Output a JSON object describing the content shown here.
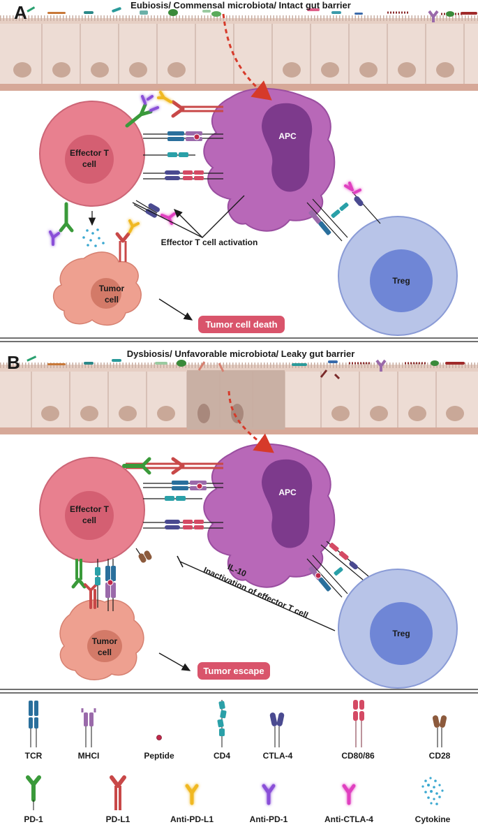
{
  "panel_a": {
    "letter": "A",
    "title": "Eubiosis/ Commensal microbiota/ Intact gut barrier",
    "apc_label": "APC",
    "effector_label_1": "Effector T",
    "effector_label_2": "cell",
    "treg_label": "Treg",
    "tumor_label_1": "Tumor",
    "tumor_label_2": "cell",
    "activation_label": "Effector T cell activation",
    "outcome_label": "Tumor cell death"
  },
  "panel_b": {
    "letter": "B",
    "title": "Dysbiosis/ Unfavorable microbiota/ Leaky gut barrier",
    "apc_label": "APC",
    "effector_label_1": "Effector T",
    "effector_label_2": "cell",
    "treg_label": "Treg",
    "tumor_label_1": "Tumor",
    "tumor_label_2": "cell",
    "il10_label": "IL-10",
    "inactivation_label": "Inactivation of effector T cell",
    "outcome_label": "Tumor escape"
  },
  "legend": {
    "row1": [
      "TCR",
      "MHCI",
      "Peptide",
      "CD4",
      "CTLA-4",
      "CD80/86",
      "CD28"
    ],
    "row2": [
      "PD-1",
      "PD-L1",
      "Anti-PD-L1",
      "Anti-PD-1",
      "Anti-CTLA-4",
      "Cytokine"
    ]
  },
  "colors": {
    "effector_cell": "#e8808f",
    "effector_nucleus": "#d45f72",
    "apc_cell": "#b868b8",
    "apc_nucleus": "#7d3a8c",
    "treg_cell": "#b8c4e8",
    "treg_nucleus": "#6f86d6",
    "tumor_cell": "#eea090",
    "tumor_nucleus": "#d37a68",
    "epithelium": "#eddcd4",
    "outcome_badge": "#d9546b",
    "tcr": "#2a6f9c",
    "mhci": "#9a6aaa",
    "peptide": "#c0284a",
    "cd4": "#2aa0a8",
    "ctla4": "#4a4a90",
    "cd80": "#d44a64",
    "cd28": "#8c5a3c",
    "pd1": "#3a9a3a",
    "pdl1": "#c84848",
    "anti_pdl1": "#f0b820",
    "anti_pd1": "#8a50d8",
    "anti_ctla4": "#e040c0",
    "cytokine": "#3aa8d0"
  }
}
